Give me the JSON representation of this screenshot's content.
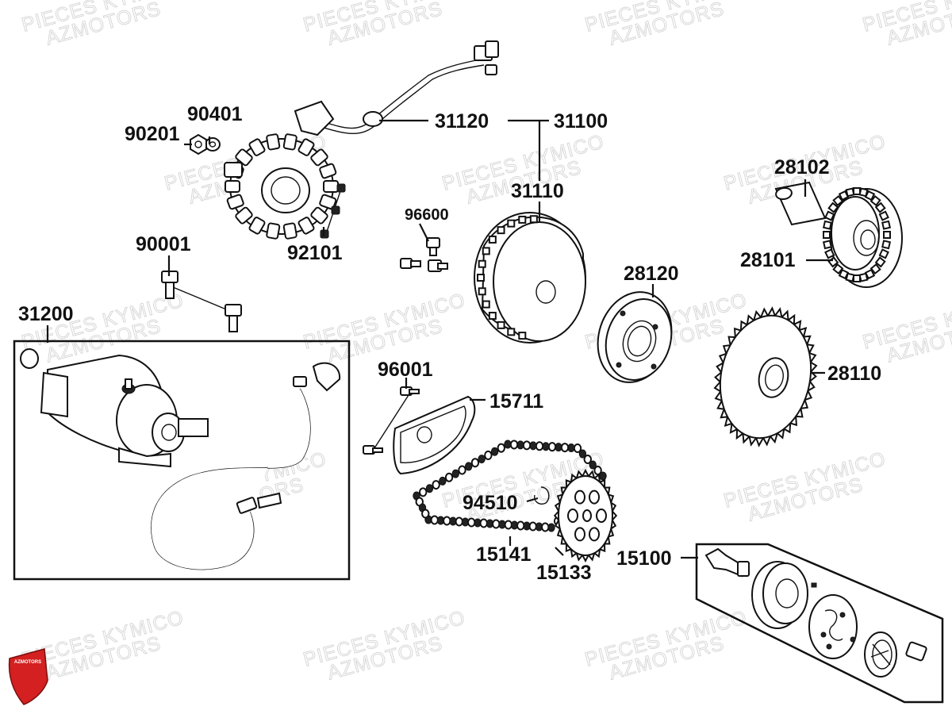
{
  "watermark": {
    "line1": "PIECES KYMICO",
    "line2": "AZMOTORS"
  },
  "logo": {
    "text": "AZMOTORS",
    "color": "#d42020"
  },
  "callouts": [
    {
      "id": "31120",
      "label": "31120"
    },
    {
      "id": "31100",
      "label": "31100"
    },
    {
      "id": "90401",
      "label": "90401"
    },
    {
      "id": "90201",
      "label": "90201"
    },
    {
      "id": "31110",
      "label": "31110"
    },
    {
      "id": "28102",
      "label": "28102"
    },
    {
      "id": "96600",
      "label": "96600"
    },
    {
      "id": "90001",
      "label": "90001"
    },
    {
      "id": "92101",
      "label": "92101"
    },
    {
      "id": "28101",
      "label": "28101"
    },
    {
      "id": "28120",
      "label": "28120"
    },
    {
      "id": "31200",
      "label": "31200"
    },
    {
      "id": "96001",
      "label": "96001"
    },
    {
      "id": "28110",
      "label": "28110"
    },
    {
      "id": "15711",
      "label": "15711"
    },
    {
      "id": "94510",
      "label": "94510"
    },
    {
      "id": "15141",
      "label": "15141"
    },
    {
      "id": "15133",
      "label": "15133"
    },
    {
      "id": "15100",
      "label": "15100"
    }
  ]
}
